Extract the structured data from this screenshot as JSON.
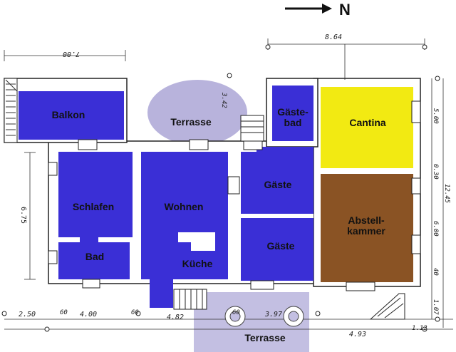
{
  "north_label": "N",
  "rooms": {
    "balkon": "Balkon",
    "terrasse_top": "Terrasse",
    "gaestebad_line1": "Gäste-",
    "gaestebad_line2": "bad",
    "cantina": "Cantina",
    "schlafen": "Schlafen",
    "wohnen": "Wohnen",
    "gaeste_upper": "Gäste",
    "gaeste_lower": "Gäste",
    "abstell_line1": "Abstell-",
    "abstell_line2": "kammer",
    "bad": "Bad",
    "kueche": "Küche",
    "terrasse_bottom": "Terrasse"
  },
  "dimensions": {
    "top_864": "8.64",
    "top_left_700": "7.00",
    "terrace_342": "3.42",
    "left_675": "6.75",
    "bottom_250": "2.50",
    "bottom_400": "4.00",
    "bottom_482": "4.82",
    "bottom_397": "3.97",
    "bottom_493": "4.93",
    "bottom_112": "1.12",
    "bottom_60a": "60",
    "bottom_60b": "60",
    "bottom_60c": "60",
    "right_500": "5.00",
    "right_030": "0.30",
    "right_1245": "12.45",
    "right_600": "6.00",
    "right_40": "40",
    "right_107": "1.07"
  },
  "colors": {
    "room_blue": "#3a2fd6",
    "terrace_lavender": "#b8b3dc",
    "cantina_yellow": "#f2ea12",
    "abstell_brown": "#8a5324",
    "wall_fill": "#ffffff",
    "line": "#222222"
  }
}
